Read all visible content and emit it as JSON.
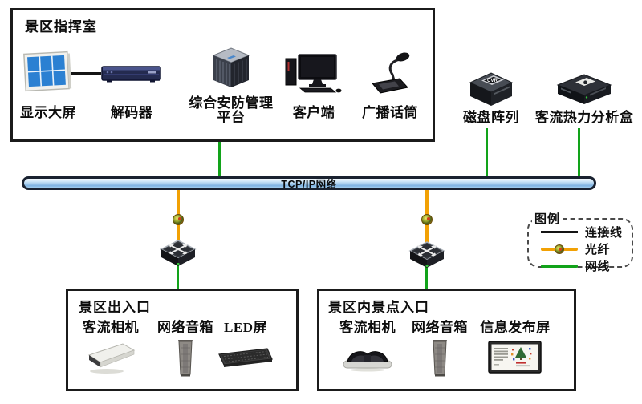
{
  "colors": {
    "connection_line": "#141414",
    "fiber_line": "#f2a104",
    "network_line": "#12a31a",
    "bus_fill_top": "#cfe7f8",
    "bus_fill_bottom": "#7fb3e2",
    "bus_border": "#1a2230",
    "box_border": "#1b1b1b"
  },
  "command_room": {
    "title": "景区指挥室",
    "devices": [
      {
        "label": "显示大屏",
        "icon": "video-wall-icon"
      },
      {
        "label": "解码器",
        "icon": "decoder-icon"
      },
      {
        "label": "综合安防管理平台",
        "icon": "security-platform-server-icon"
      },
      {
        "label": "客户端",
        "icon": "desktop-pc-icon"
      },
      {
        "label": "广播话筒",
        "icon": "broadcast-microphone-icon"
      }
    ]
  },
  "storage_devices": [
    {
      "label": "磁盘阵列",
      "badge": "CVR",
      "icon": "disk-array-icon"
    },
    {
      "label": "客流热力分析盒",
      "icon": "heat-analysis-box-icon"
    }
  ],
  "bus": {
    "label": "TCP/IP网络"
  },
  "legend": {
    "title": "图例",
    "items": [
      {
        "label": "连接线",
        "type": "connection"
      },
      {
        "label": "光纤",
        "type": "fiber"
      },
      {
        "label": "网线",
        "type": "network"
      }
    ]
  },
  "entrance_box": {
    "title": "景区出入口",
    "devices": [
      {
        "label": "客流相机",
        "icon": "flow-camera-icon"
      },
      {
        "label": "网络音箱",
        "icon": "network-speaker-icon"
      },
      {
        "label": "LED屏",
        "icon": "led-screen-icon"
      }
    ]
  },
  "spot_box": {
    "title": "景区内景点入口",
    "devices": [
      {
        "label": "客流相机",
        "icon": "dual-lens-camera-icon"
      },
      {
        "label": "网络音箱",
        "icon": "network-speaker-icon"
      },
      {
        "label": "信息发布屏",
        "icon": "info-display-icon"
      }
    ]
  }
}
